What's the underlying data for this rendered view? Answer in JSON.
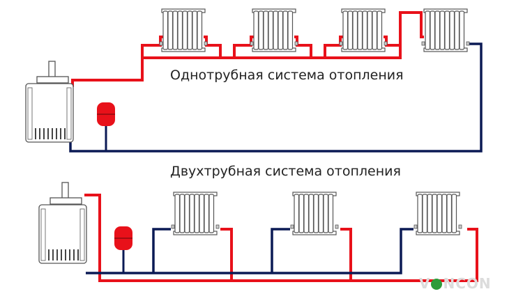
{
  "captions": {
    "one_pipe": "Однотрубная система отопления",
    "two_pipe": "Двухтрубная система отопления"
  },
  "watermark": {
    "pre": "V",
    "post": "NCON"
  },
  "colors": {
    "supply": "#e8111a",
    "return": "#0b1a55",
    "outline": "#555555",
    "equipment_fill": "#ffffff",
    "tank": "#e8111a",
    "watermark_dot": "#2e9b3a"
  },
  "icons": [
    "boiler-icon",
    "radiator-icon",
    "expansion-tank-icon"
  ]
}
